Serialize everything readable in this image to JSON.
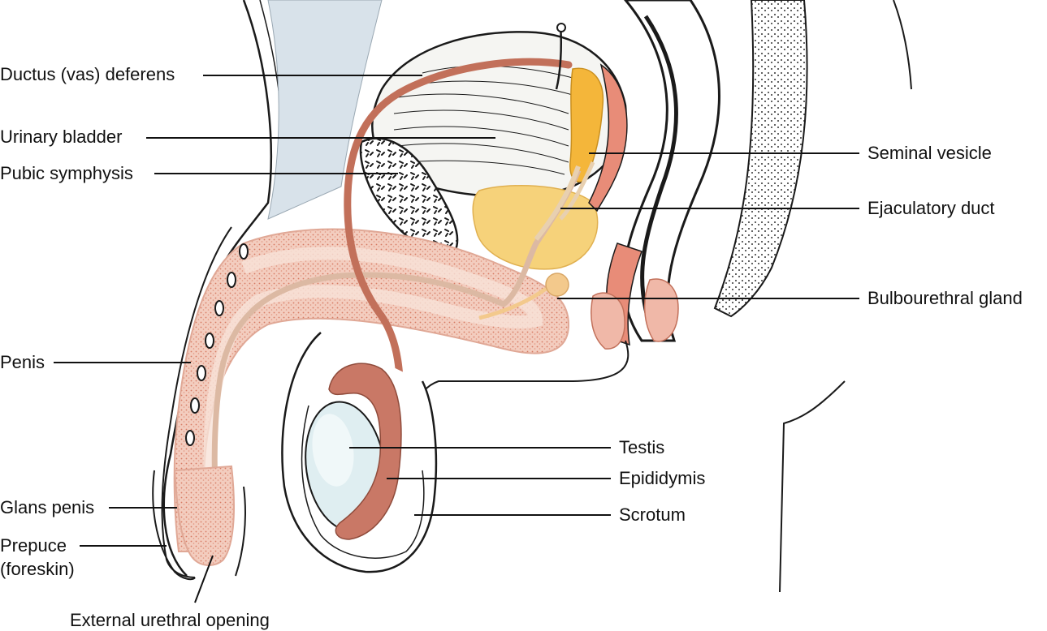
{
  "labels": {
    "ductus_deferens": "Ductus (vas) deferens",
    "urinary_bladder": "Urinary bladder",
    "pubic_symphysis": "Pubic symphysis",
    "penis": "Penis",
    "glans_penis": "Glans penis",
    "prepuce_line1": "Prepuce",
    "prepuce_line2": "(foreskin)",
    "external_urethral_opening": "External urethral opening",
    "seminal_vesicle": "Seminal vesicle",
    "ejaculatory_duct": "Ejaculatory duct",
    "bulbourethral_gland": "Bulbourethral gland",
    "testis": "Testis",
    "epididymis": "Epididymis",
    "scrotum": "Scrotum"
  },
  "colors": {
    "outline": "#1a1a1a",
    "leader_line": "#111111",
    "erectile_tissue": "#f2c9bb",
    "erectile_dots": "#d9826a",
    "vas_deferens": "#c2705a",
    "epididymis": "#b5604c",
    "testis": "#dfeef1",
    "bladder_muscle": "#f5f5f2",
    "seminal_vesicle": "#f4b63a",
    "prostate": "#f6d27a",
    "bulbourethral_gland": "#f3c98c",
    "connective_tissue": "#d8e2ea",
    "rectum_wall": "#e88c78"
  }
}
